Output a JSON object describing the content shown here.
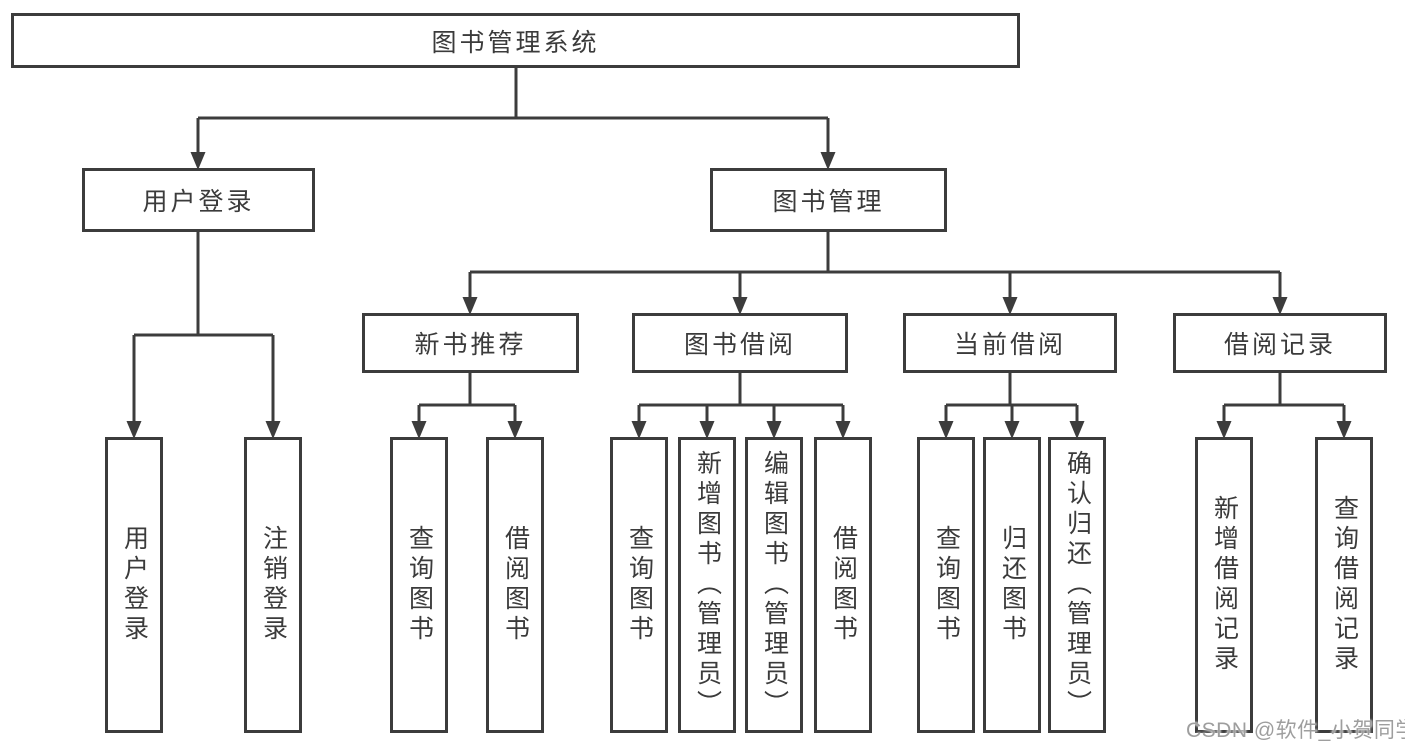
{
  "diagram": {
    "root": {
      "label": "图书管理系统"
    },
    "level2": [
      {
        "label": "用户登录"
      },
      {
        "label": "图书管理"
      }
    ],
    "level3": [
      {
        "label": "新书推荐",
        "parent": "图书管理"
      },
      {
        "label": "图书借阅",
        "parent": "图书管理"
      },
      {
        "label": "当前借阅",
        "parent": "图书管理"
      },
      {
        "label": "借阅记录",
        "parent": "图书管理"
      }
    ],
    "leaves": [
      {
        "label": "用户登录",
        "parent": "用户登录"
      },
      {
        "label": "注销登录",
        "parent": "用户登录"
      },
      {
        "label": "查询图书",
        "parent": "新书推荐"
      },
      {
        "label": "借阅图书",
        "parent": "新书推荐"
      },
      {
        "label": "查询图书",
        "parent": "图书借阅"
      },
      {
        "label": "新增图书（管理员）",
        "parent": "图书借阅"
      },
      {
        "label": "编辑图书（管理员）",
        "parent": "图书借阅"
      },
      {
        "label": "借阅图书",
        "parent": "图书借阅"
      },
      {
        "label": "查询图书",
        "parent": "当前借阅"
      },
      {
        "label": "归还图书",
        "parent": "当前借阅"
      },
      {
        "label": "确认归还（管理员）",
        "parent": "当前借阅"
      },
      {
        "label": "新增借阅记录",
        "parent": "借阅记录"
      },
      {
        "label": "查询借阅记录",
        "parent": "借阅记录"
      }
    ]
  },
  "watermark": {
    "text": "CSDN @软件_小贺同学"
  },
  "colors": {
    "line": "#3c3c3c",
    "text": "#3b3b3b",
    "box_background": "#ffffff",
    "page_background": "#ffffff",
    "watermark": "#9e9e9e"
  }
}
